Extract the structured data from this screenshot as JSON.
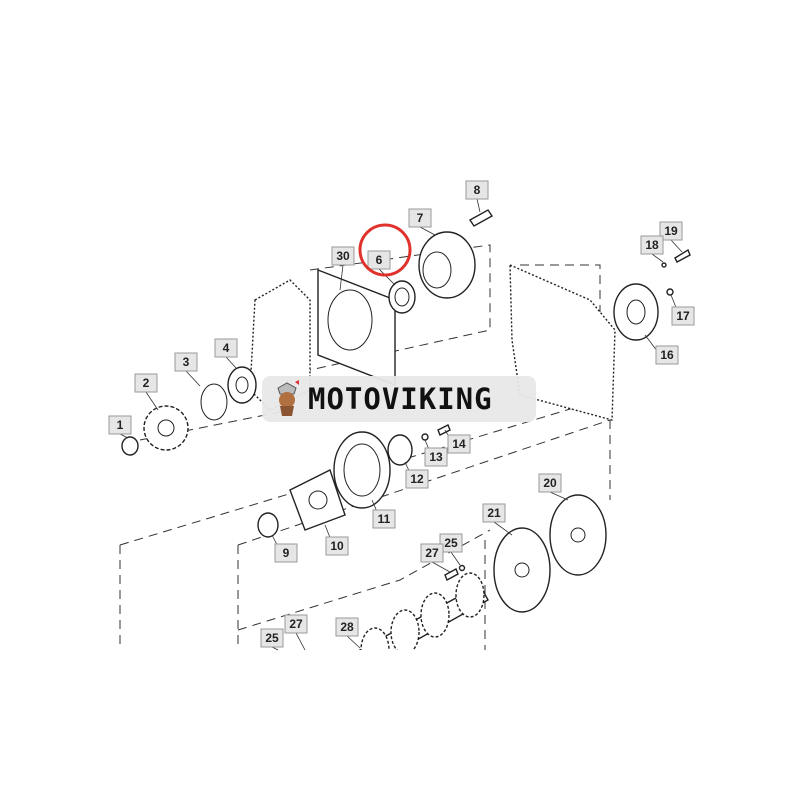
{
  "brand": {
    "name": "MOTOVIKING"
  },
  "highlight": {
    "part_number": "6",
    "color": "#e0322c"
  },
  "labels": {
    "p1": "1",
    "p2": "2",
    "p3": "3",
    "p4": "4",
    "p30": "30",
    "p6": "6",
    "p7": "7",
    "p8": "8",
    "p19": "19",
    "p18": "18",
    "p17": "17",
    "p16": "16",
    "p14": "14",
    "p13": "13",
    "p12": "12",
    "p11": "11",
    "p10": "10",
    "p9": "9",
    "p20": "20",
    "p21": "21",
    "p25a": "25",
    "p27a": "27",
    "p28": "28",
    "p27b": "27",
    "p25b": "25"
  }
}
